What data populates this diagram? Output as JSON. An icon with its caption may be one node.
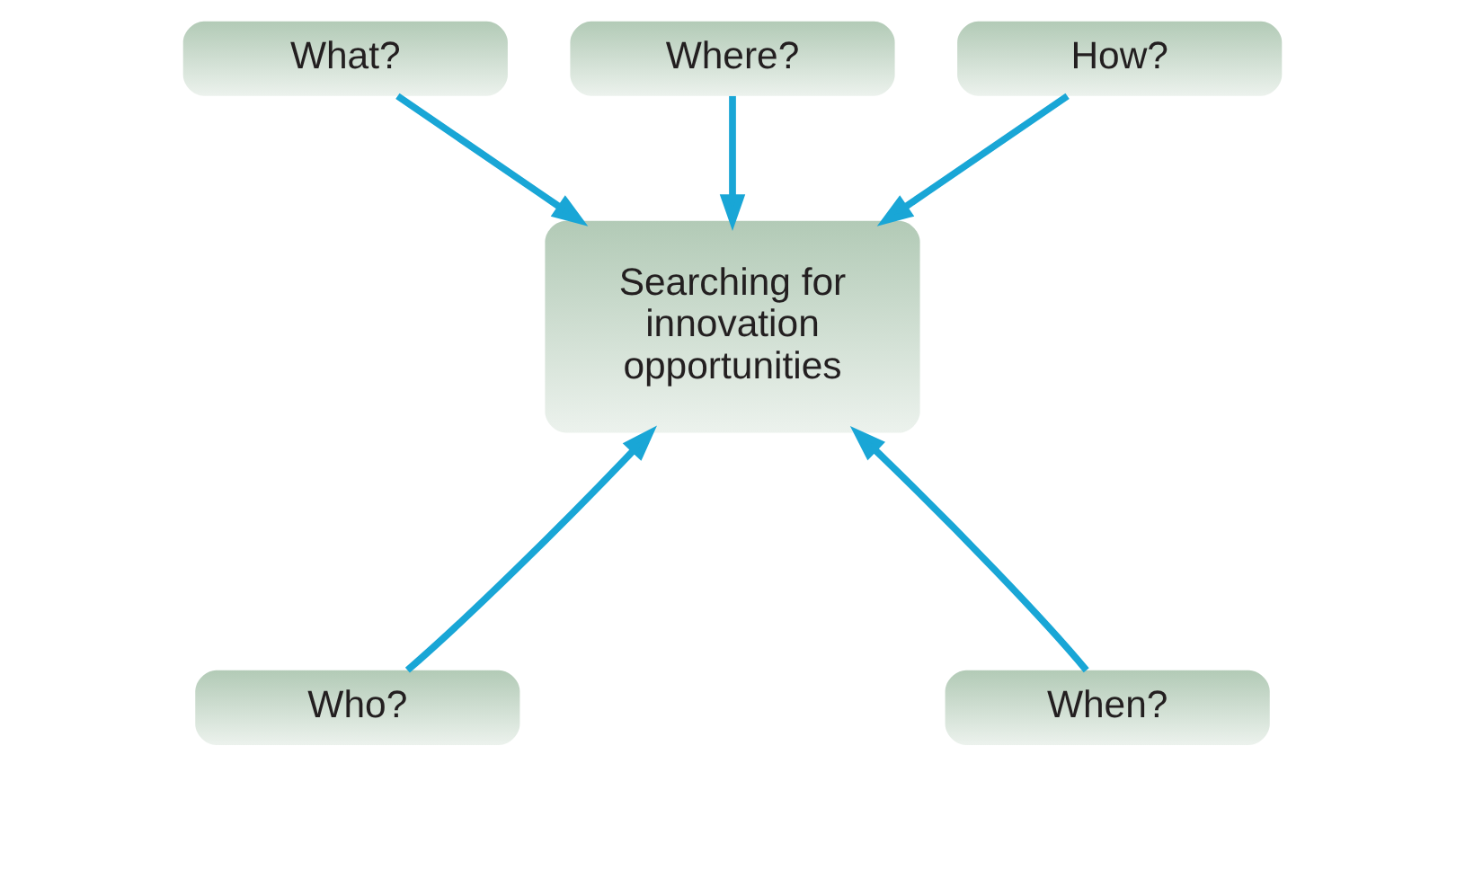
{
  "diagram": {
    "nodes": [
      {
        "text": [
          "What?"
        ]
      },
      {
        "text": [
          "Where?"
        ]
      },
      {
        "text": [
          "How?"
        ]
      },
      {
        "text": [
          "Searching for innovation opportunities"
        ]
      },
      {
        "text": [
          "Who?"
        ]
      },
      {
        "text": [
          "When?"
        ]
      }
    ],
    "edges": [
      {
        "from": 0,
        "to": 3,
        "arrow": "to"
      },
      {
        "from": 1,
        "to": 3,
        "arrow": "to"
      },
      {
        "from": 2,
        "to": 3,
        "arrow": "to"
      },
      {
        "from": 4,
        "to": 3,
        "arrow": "to"
      },
      {
        "from": 5,
        "to": 3,
        "arrow": "to"
      }
    ]
  }
}
